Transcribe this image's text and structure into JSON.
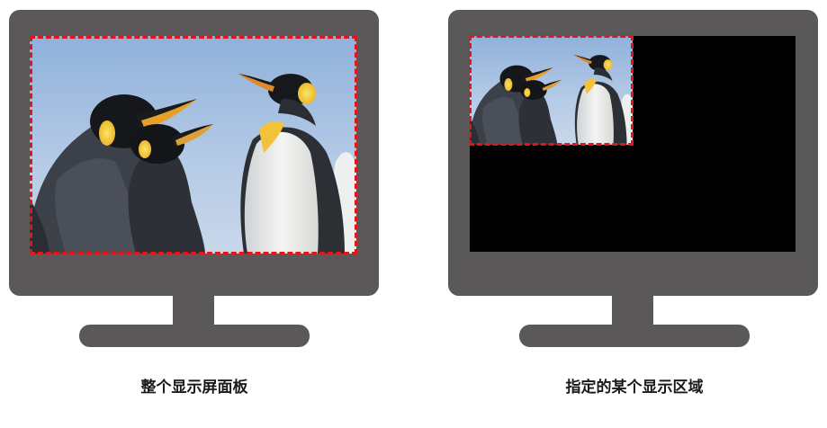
{
  "diagram": {
    "left_panel": {
      "caption": "整个显示屏面板"
    },
    "right_panel": {
      "caption": "指定的某个显示区域"
    },
    "colors": {
      "monitor": "#5a5859",
      "highlight_border": "#e3151a",
      "sky": "#a9c3e3",
      "black_area": "#000000"
    },
    "image_subject": "penguins-photo"
  }
}
